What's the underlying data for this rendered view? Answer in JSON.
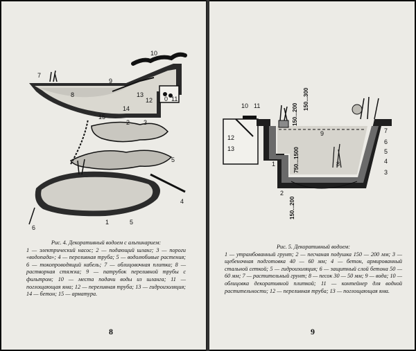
{
  "left_page": {
    "figure4_top_labels": [
      "10",
      "7",
      "9",
      "8",
      "13",
      "12",
      "0",
      "11",
      "14",
      "15"
    ],
    "figure4_bottom_labels": [
      "2",
      "3",
      "5",
      "4",
      "1",
      "5",
      "6"
    ],
    "caption_title": "Рис. 4. Декоративный водоем с альпинарием:",
    "caption_body": "1 — электрический насос; 2 — подающий шланг; 3 — пороги «водопада»; 4 — переливная труба; 5 — водолюбивые растения; 6 — токопроводящий кабель; 7 — облицовочная плитка; 8 — растворная стяжка; 9 — патрубок переливной трубы с фильтром; 10 — места подачи воды из шланга; 11 — поглощающая яма; 12 — переливная труба; 13 — гидроизоляция; 14 — бетон; 15 — арматура.",
    "page_number": "8"
  },
  "right_page": {
    "figure5_labels": [
      "10",
      "11",
      "12",
      "13",
      "1",
      "2",
      "9",
      "7",
      "6",
      "5",
      "4",
      "3",
      "8"
    ],
    "figure5_dims": [
      "150...300",
      "150...200",
      "750...1500",
      "150...200"
    ],
    "caption_title": "Рис. 5. Декоративный водоем:",
    "caption_body": "1 — утрамбованный грунт; 2 — песчаная подушка 150 — 200 мм; 3 — щебеночная подготовка 40 — 60 мм; 4 — бетон, армированный стальной сеткой; 5 — гидроизоляция; 6 — защитный слой бетона 50 — 60 мм; 7 — растительный грунт; 8 — песок 30 — 50 мм; 9 — вода; 10 — облицовка декоративной плиткой; 11 — контейнер для водной растительности; 12 — переливная труба; 13 — поглощающая яма.",
    "page_number": "9"
  }
}
